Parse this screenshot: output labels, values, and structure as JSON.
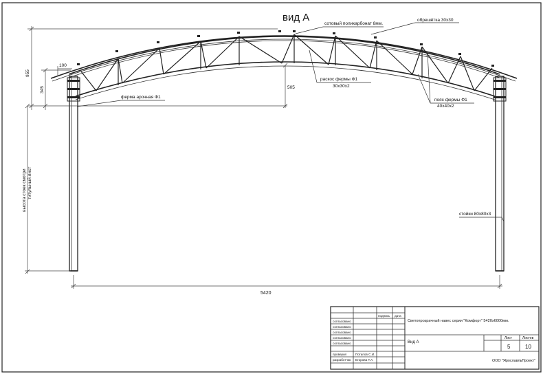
{
  "drawing": {
    "view_title": "вид А",
    "callouts": {
      "polycarbonate": "сотовый поликарбонат 8мм.",
      "edging": "обрешётка 30х30",
      "brace_line1": "раскос фермы Ф1",
      "brace_line2": "30х30х2",
      "chord_line1": "пояс фермы Ф1",
      "chord_line2": "40х40х2",
      "arch_truss": "ферма арочная Ф1",
      "posts": "стойки 80х80х3"
    },
    "dimensions": {
      "total_height": "955",
      "truss_height": "345",
      "overhang": "100",
      "rise": "505",
      "span": "5420",
      "post_height_line1": "высота стоек смотри",
      "post_height_line2": "титульный лист"
    }
  },
  "title_block": {
    "col_date": "дата",
    "col_sign": "подпись",
    "approvals": [
      "согласовано",
      "согласовано",
      "согласовано",
      "согласовано",
      "согласовано"
    ],
    "checked_label": "проверил",
    "checked_name": "Потапов С.И.",
    "developer_label": "разработчик",
    "developer_name": "Егорова Т.А.",
    "project_title": "Светопрозрачный навес серии \"Комфорт\" 5420х6000мм.",
    "sheet_name": "Вид А",
    "sheet_label": "Лист",
    "sheets_label": "Листов",
    "sheet_no": "5",
    "sheets_total": "10",
    "company": "ООО \"ЯрославльПроект\""
  }
}
